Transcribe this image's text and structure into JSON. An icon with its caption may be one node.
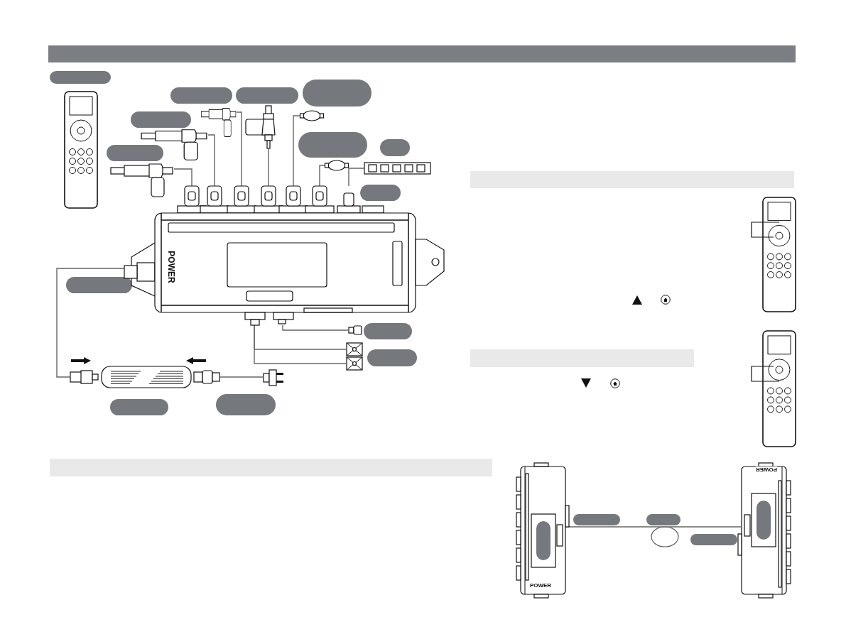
{
  "diagram": {
    "nodes": [
      {
        "text": [
          "POWER"
        ]
      },
      {
        "text": [],
        "shape": "picture"
      },
      {
        "text": [],
        "shape": "picture"
      },
      {
        "text": [],
        "shape": "picture"
      },
      {
        "text": [],
        "shape": "picture"
      },
      {
        "text": [],
        "shape": "circle"
      },
      {
        "text": [],
        "shape": "circle"
      },
      {
        "text": [],
        "shape": "picture"
      },
      {
        "text": [],
        "shape": "picture"
      },
      {
        "text": [],
        "shape": "picture"
      },
      {
        "text": [],
        "shape": "box"
      },
      {
        "text": [],
        "shape": "picture"
      },
      {
        "text": [],
        "shape": "picture"
      },
      {
        "text": [
          "POWER"
        ]
      },
      {
        "text": [
          "POWER"
        ]
      },
      {
        "text": [],
        "shape": "bar"
      },
      {
        "text": [],
        "shape": "bar"
      },
      {
        "text": [],
        "shape": "bar"
      },
      {
        "text": [],
        "shape": "bar"
      },
      {
        "text": [],
        "shape": "box"
      },
      {
        "text": [],
        "shape": "box"
      },
      {
        "text": [],
        "shape": "box"
      },
      {
        "text": [],
        "shape": "box"
      },
      {
        "text": [],
        "shape": "box"
      },
      {
        "text": [],
        "shape": "box"
      },
      {
        "text": [],
        "shape": "box"
      },
      {
        "text": [],
        "shape": "box"
      },
      {
        "text": [],
        "shape": "box"
      },
      {
        "text": [],
        "shape": "box"
      },
      {
        "text": [],
        "shape": "box"
      },
      {
        "text": [],
        "shape": "box"
      },
      {
        "text": [],
        "shape": "box"
      },
      {
        "text": [],
        "shape": "box"
      },
      {
        "text": [],
        "shape": "box"
      },
      {
        "text": [],
        "shape": "box"
      },
      {
        "text": [],
        "shape": "box"
      }
    ],
    "edges": [
      {
        "from": 0,
        "to": 1,
        "arrow": "none"
      },
      {
        "from": 0,
        "to": 2,
        "arrow": "none"
      },
      {
        "from": 0,
        "to": 3,
        "arrow": "none"
      },
      {
        "from": 0,
        "to": 4,
        "arrow": "none"
      },
      {
        "from": 0,
        "to": 5,
        "arrow": "none"
      },
      {
        "from": 0,
        "to": 6,
        "arrow": "none"
      },
      {
        "from": 0,
        "to": 7,
        "arrow": "none"
      },
      {
        "from": 0,
        "to": 8,
        "arrow": "none"
      },
      {
        "from": 8,
        "to": 9,
        "arrow": "none"
      },
      {
        "from": 0,
        "to": 10,
        "arrow": "none"
      },
      {
        "from": 0,
        "to": 11,
        "arrow": "none"
      },
      {
        "from": 0,
        "to": 12,
        "arrow": "none"
      },
      {
        "from": 13,
        "to": 14,
        "arrow": "none"
      }
    ]
  }
}
